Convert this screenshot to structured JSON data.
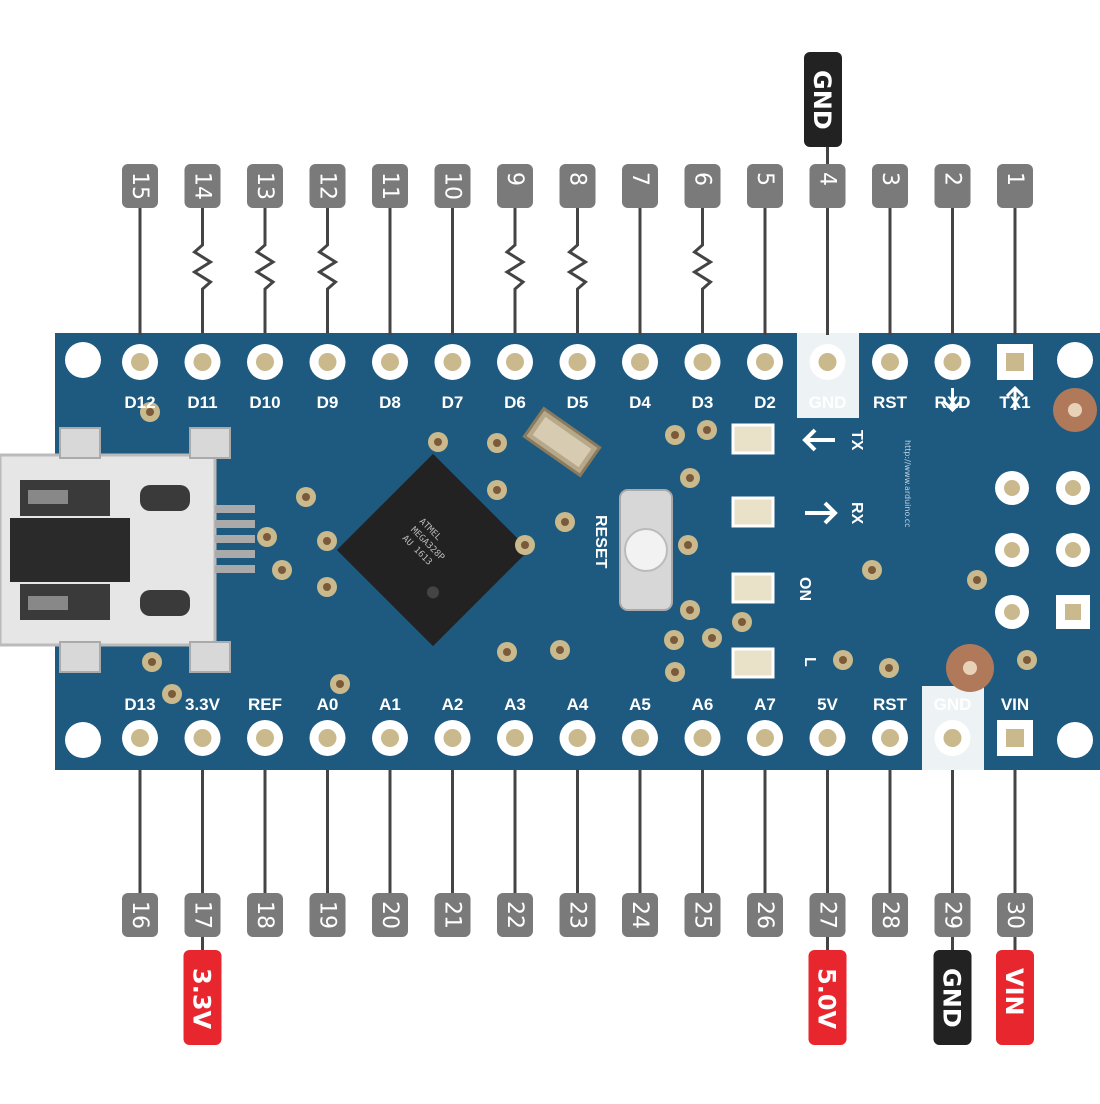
{
  "board": {
    "top_pins": [
      "D12",
      "D11",
      "D10",
      "D9",
      "D8",
      "D7",
      "D6",
      "D5",
      "D4",
      "D3",
      "D2",
      "GND",
      "RST",
      "RXD",
      "TX1"
    ],
    "top_numbers": [
      "15",
      "14",
      "13",
      "12",
      "11",
      "10",
      "9",
      "8",
      "7",
      "6",
      "5",
      "4",
      "3",
      "2",
      "1"
    ],
    "top_wavy": [
      false,
      true,
      true,
      true,
      false,
      false,
      true,
      true,
      false,
      true,
      false,
      false,
      false,
      false,
      false
    ],
    "bottom_pins": [
      "D13",
      "3.3V",
      "REF",
      "A0",
      "A1",
      "A2",
      "A3",
      "A4",
      "A5",
      "A6",
      "A7",
      "5V",
      "RST",
      "GND",
      "VIN"
    ],
    "bottom_numbers": [
      "16",
      "17",
      "18",
      "19",
      "20",
      "21",
      "22",
      "23",
      "24",
      "25",
      "26",
      "27",
      "28",
      "29",
      "30"
    ],
    "top_tag": {
      "text": "GND",
      "color": "#222222"
    },
    "bottom_tags": [
      {
        "text": "3.3V",
        "color": "#e8262d",
        "pin_index": 1
      },
      {
        "text": "5.0V",
        "color": "#e8262d",
        "pin_index": 11
      },
      {
        "text": "GND",
        "color": "#222222",
        "pin_index": 13
      },
      {
        "text": "VIN",
        "color": "#e8262d",
        "pin_index": 14
      }
    ],
    "led_labels": [
      "TX",
      "RX",
      "ON",
      "L"
    ],
    "reset_label": "RESET",
    "chip_lines": [
      "ATMEL",
      "MEGA328P",
      "AU 1613"
    ],
    "url_text": "http://www.arduino.cc",
    "colors": {
      "pcb": "#1e5a80",
      "pin_badge": "#7a7a7a",
      "pad": "#c9b98c",
      "white_zone": "#ffffff"
    }
  }
}
